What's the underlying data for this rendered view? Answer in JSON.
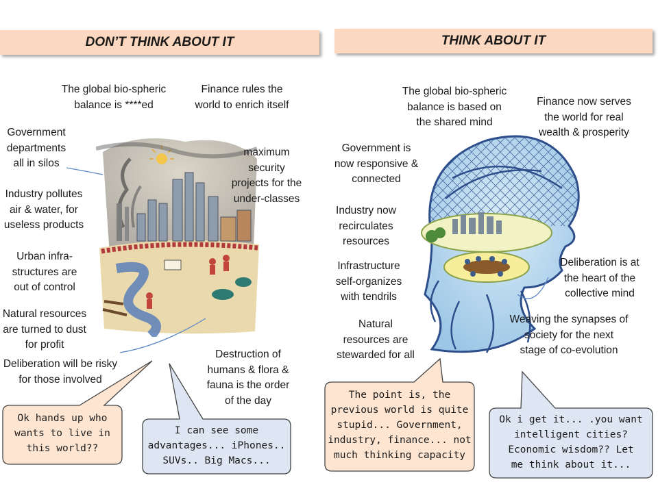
{
  "left_panel": {
    "title": "DON’T THINK ABOUT IT",
    "labels": {
      "biosphere": "The global bio-spheric\nbalance is ****ed",
      "finance": "Finance rules the\nworld to enrich itself",
      "government": "Government\ndepartments\nall in silos",
      "security": "maximum\nsecurity\nprojects for the\nunder-classes",
      "industry": "Industry pollutes\nair & water, for\nuseless products",
      "urban": "Urban infra-\nstructures are\nout of control",
      "natural": "Natural resources\nare turned to dust\nfor profit",
      "deliberation": "Deliberation will be risky\nfor those involved",
      "destruction": "Destruction of\nhumans & flora &\nfauna is the order\nof the day"
    },
    "bubbles": {
      "hands_up": "Ok hands up who\nwants to live in\nthis world??",
      "advantages": "I can see some\nadvantages... iPhones..\nSUVs.. Big Macs..."
    }
  },
  "right_panel": {
    "title": "THINK ABOUT IT",
    "labels": {
      "biosphere": "The global bio-spheric\nbalance is based on\nthe shared mind",
      "finance": "Finance now serves\nthe world for real\nwealth & prosperity",
      "government": "Government is\nnow responsive &\nconnected",
      "industry": "Industry now\nrecirculates\nresources",
      "infrastructure": "Infrastructure\nself-organizes\nwith tendrils",
      "deliberation": "Deliberation is at\nthe heart of the\ncollective mind",
      "natural": "Natural\nresources are\nstewarded for all",
      "weaving": "Weaving the synapses of\nsociety for the next\nstage of co-evolution"
    },
    "bubbles": {
      "point": "The point is, the\nprevious world is quite\nstupid... Government,\nindustry, finance...  not\nmuch thinking capacity",
      "get_it": "Ok i get it... .you want\nintelligent cities?\nEconomic wisdom?? Let\nme think about it..."
    }
  },
  "colors": {
    "header_fill": "#fbd8bf",
    "bubble_peach": "#fde5d2",
    "bubble_blue": "#dde6f2",
    "pointer_line": "#5b86c4"
  }
}
